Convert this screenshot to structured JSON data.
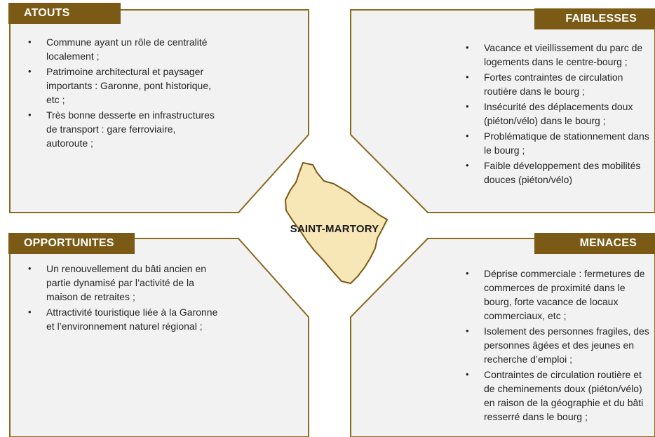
{
  "center": {
    "label": "SAINT-MARTORY"
  },
  "colors": {
    "header_bg": "#7a5a14",
    "panel_bg": "#f2f2f2",
    "panel_border": "#8a6a1c",
    "map_fill": "#f7e6b6",
    "map_stroke": "#7a5a14"
  },
  "atouts": {
    "title": "ATOUTS",
    "items": [
      "Commune ayant un rôle de centralité localement ;",
      "Patrimoine architectural et paysager importants : Garonne, pont historique, etc ;",
      "Très bonne desserte en infrastructures de transport : gare ferroviaire, autoroute ;"
    ]
  },
  "faiblesses": {
    "title": "FAIBLESSES",
    "items": [
      "Vacance et vieillissement du parc de logements dans le centre-bourg ;",
      "Fortes contraintes de circulation routière dans le bourg ;",
      "Insécurité des déplacements doux (piéton/vélo) dans le bourg ;",
      "Problématique de stationnement dans le bourg ;",
      "Faible développement des mobilités douces (piéton/vélo)"
    ]
  },
  "opportunites": {
    "title": "OPPORTUNITES",
    "items": [
      "Un renouvellement du bâti ancien en partie dynamisé par l’activité de la maison de retraites ;",
      "Attractivité touristique liée à la Garonne et l’environnement naturel régional ;"
    ]
  },
  "menaces": {
    "title": "MENACES",
    "items": [
      "Déprise commerciale : fermetures de commerces de proximité dans le bourg, forte vacance de locaux commerciaux, etc ;",
      "Isolement des personnes fragiles, des personnes âgées et des jeunes en recherche d’emploi ;",
      "Contraintes de circulation routière et de cheminements doux (piéton/vélo) en raison de la géographie et du bâti resserré dans le bourg ;"
    ]
  }
}
